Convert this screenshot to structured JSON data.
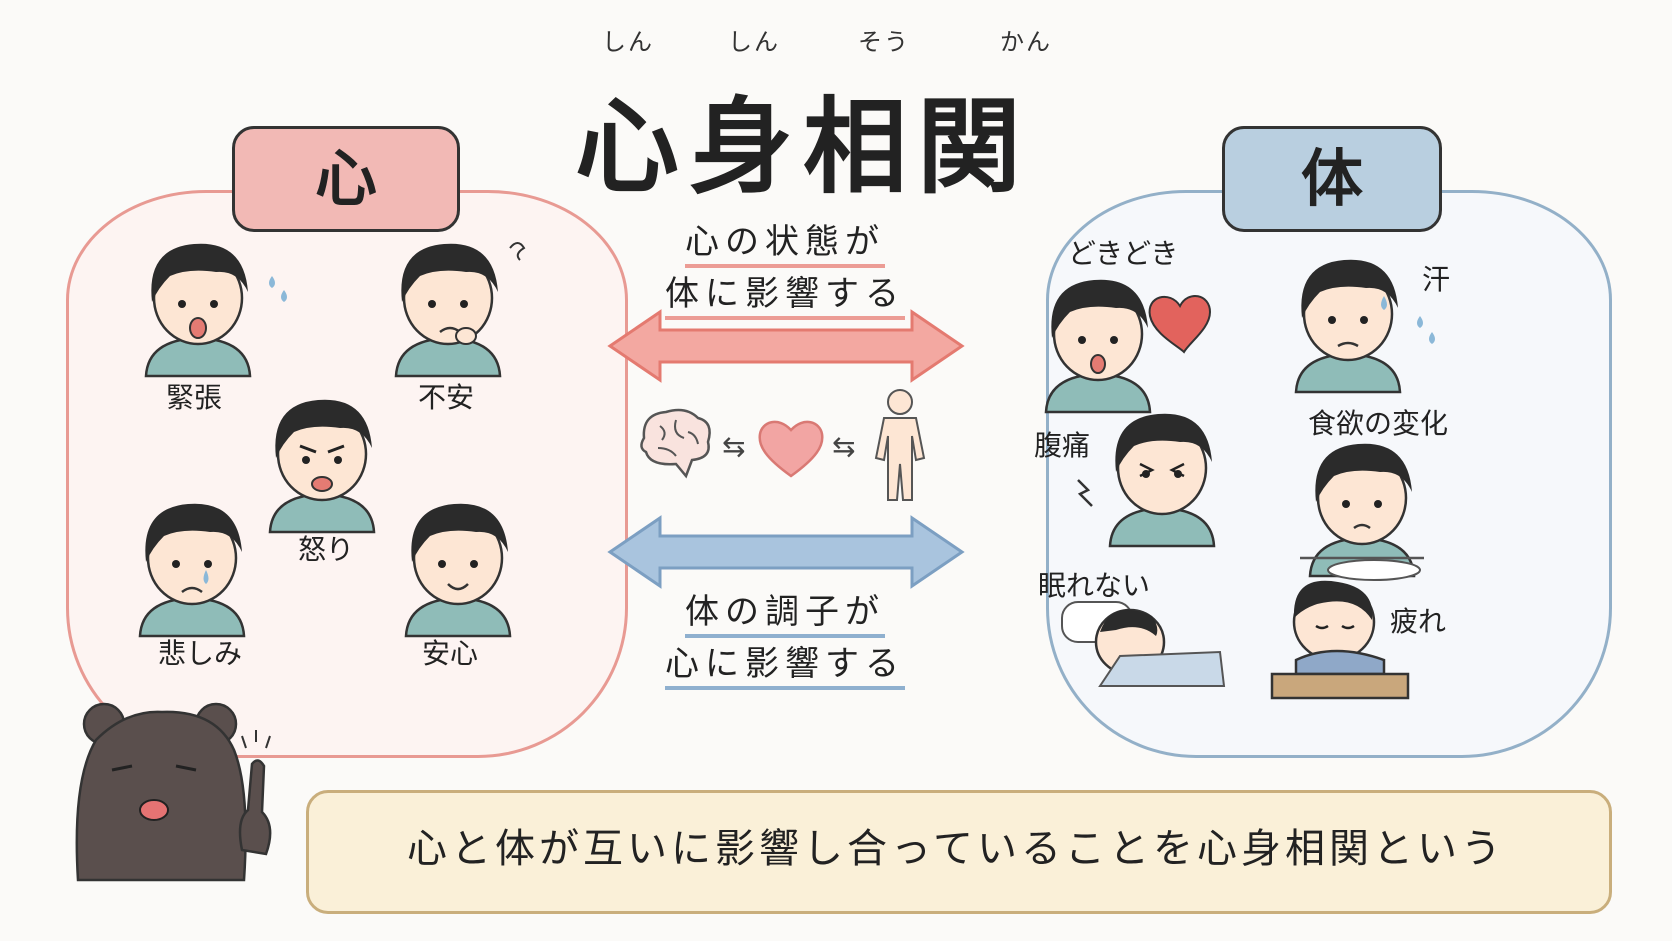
{
  "title": {
    "text": "心身相関",
    "furigana": [
      "しん",
      "しん",
      "そう",
      "かん"
    ]
  },
  "mind": {
    "heading": "心",
    "emotions": [
      "緊張",
      "不安",
      "怒り",
      "悲しみ",
      "安心"
    ]
  },
  "body": {
    "heading": "体",
    "symptoms": [
      "どきどき",
      "汗",
      "腹痛",
      "食欲の変化",
      "眠れない",
      "疲れ"
    ]
  },
  "arrows": {
    "top_line1": "心の状態が",
    "top_line2": "体に影響する",
    "bottom_line1": "体の調子が",
    "bottom_line2": "心に影響する"
  },
  "caption": "心と体が互いに影響し合っていることを心身相関という",
  "colors": {
    "mind_accent": "#ec8f87",
    "body_accent": "#8fb0cf",
    "caption_bg": "#faf0d8"
  },
  "icons": [
    "brain-icon",
    "heart-icon",
    "human-body-icon",
    "bidirectional-arrow-icon",
    "bear-character"
  ]
}
